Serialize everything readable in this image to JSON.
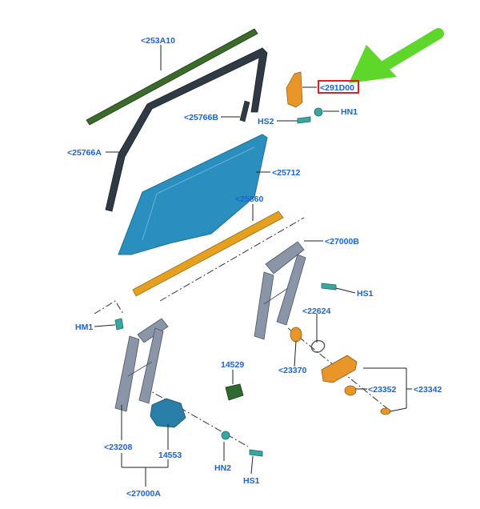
{
  "colors": {
    "label": "#1a63d8",
    "glass": "#2a8fbf",
    "glass_dark": "#1c6f99",
    "seal_green": "#3a6b2a",
    "belt_orange": "#e6a020",
    "regulator_gray": "#8a96a8",
    "arrow_green": "#5fd62a",
    "highlight_red": "#e02020",
    "part_teal": "#3aa6a0",
    "part_orange": "#e8962a"
  },
  "labels": {
    "p253A10": "<253A10",
    "p291D00": "<291D00",
    "hn1_top": "HN1",
    "hs2": "HS2",
    "p25766B": "<25766B",
    "p25766A": "<25766A",
    "p25712": "<25712",
    "p25860": "<25860",
    "p27000B": "<27000B",
    "hs1_mid": "HS1",
    "hm1": "HM1",
    "p22624": "<22624",
    "p23370": "<23370",
    "p14529": "14529",
    "p23352": "<23352",
    "p23342": "<23342",
    "p23208": "<23208",
    "p14553": "14553",
    "hn2": "HN2",
    "hs1_bottom": "HS1",
    "p27000A": "<27000A"
  }
}
